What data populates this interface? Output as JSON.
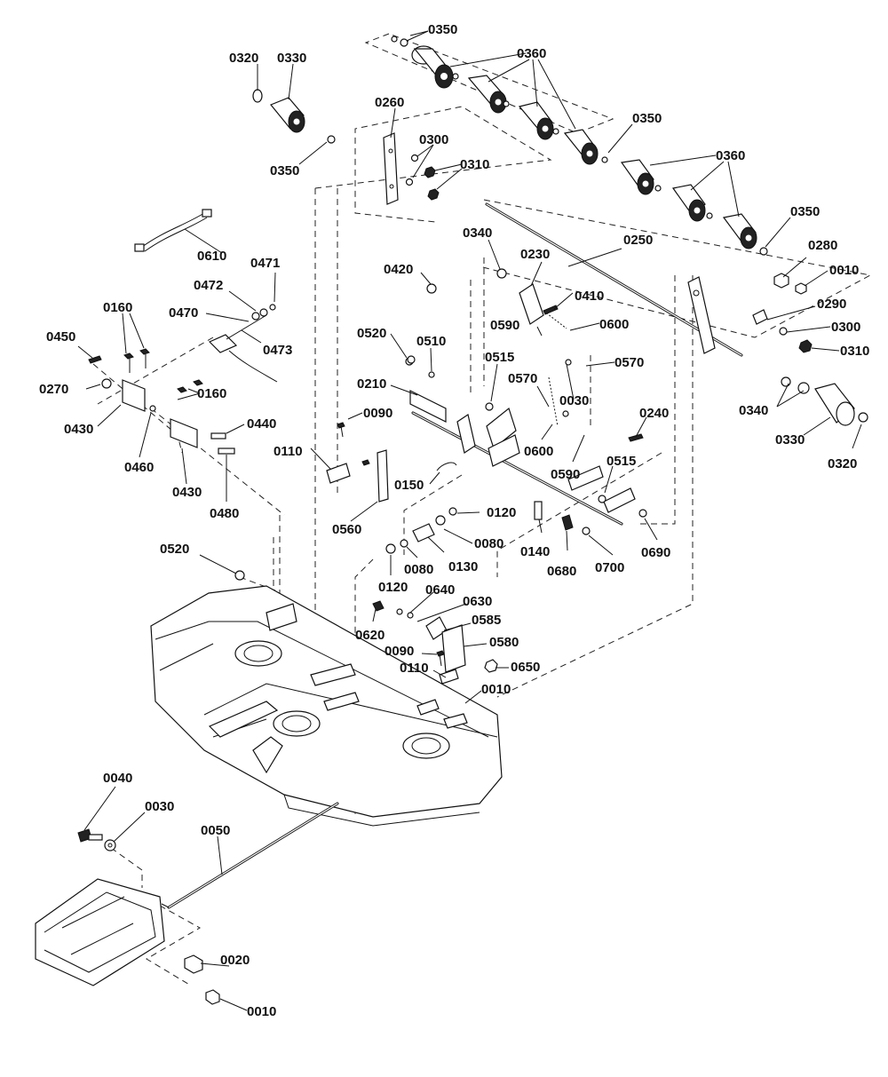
{
  "callouts": {
    "c0350a": "0350",
    "c0360a": "0360",
    "c0320a": "0320",
    "c0330a": "0330",
    "c0260": "0260",
    "c0300a": "0300",
    "c0310a": "0310",
    "c0350b": "0350",
    "c0350c": "0350",
    "c0360b": "0360",
    "c0350d": "0350",
    "c0610": "0610",
    "c0471": "0471",
    "c0472": "0472",
    "c0470": "0470",
    "c0473": "0473",
    "c0160a": "0160",
    "c0450": "0450",
    "c0270": "0270",
    "c0430a": "0430",
    "c0160b": "0160",
    "c0460": "0460",
    "c0440": "0440",
    "c0430b": "0430",
    "c0480": "0480",
    "c0340a": "0340",
    "c0230": "0230",
    "c0250": "0250",
    "c0280": "0280",
    "c0010a": "0010",
    "c0420": "0420",
    "c0410": "0410",
    "c0290": "0290",
    "c0300b": "0300",
    "c0310b": "0310",
    "c0590a": "0590",
    "c0600a": "0600",
    "c0520a": "0520",
    "c0510": "0510",
    "c0570a": "0570",
    "c0515a": "0515",
    "c0570b": "0570",
    "c0210": "0210",
    "c0030a": "0030",
    "c0340b": "0340",
    "c0330b": "0330",
    "c0320b": "0320",
    "c0090a": "0090",
    "c0240": "0240",
    "c0600b": "0600",
    "c0590b": "0590",
    "c0110a": "0110",
    "c0515b": "0515",
    "c0150": "0150",
    "c0560": "0560",
    "c0120a": "0120",
    "c0080a": "0080",
    "c0140": "0140",
    "c0690": "0690",
    "c0080b": "0080",
    "c0130": "0130",
    "c0680": "0680",
    "c0700": "0700",
    "c0520b": "0520",
    "c0120b": "0120",
    "c0640": "0640",
    "c0630": "0630",
    "c0585": "0585",
    "c0620": "0620",
    "c0580": "0580",
    "c0090b": "0090",
    "c0650": "0650",
    "c0110b": "0110",
    "c0010b": "0010",
    "c0040": "0040",
    "c0030b": "0030",
    "c0050": "0050",
    "c0020": "0020",
    "c0010c": "0010"
  }
}
